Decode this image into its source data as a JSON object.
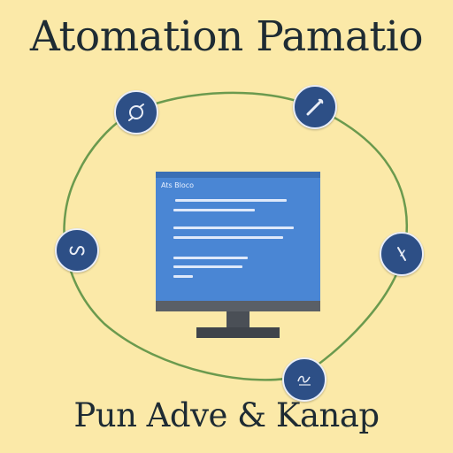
{
  "title": "Atomation Pamatio",
  "caption": "Pun Adve & Kanap",
  "screen": {
    "header": "Ats Bloco"
  },
  "nodes": [
    {
      "name": "wrench-gear-icon"
    },
    {
      "name": "pen-tool-icon"
    },
    {
      "name": "loop-icon"
    },
    {
      "name": "needle-icon"
    },
    {
      "name": "script-badge-icon"
    }
  ],
  "colors": {
    "background": "#fbe9a8",
    "node": "#2d4f86",
    "screen": "#4a86d4",
    "ring": "#6b9a4e"
  }
}
